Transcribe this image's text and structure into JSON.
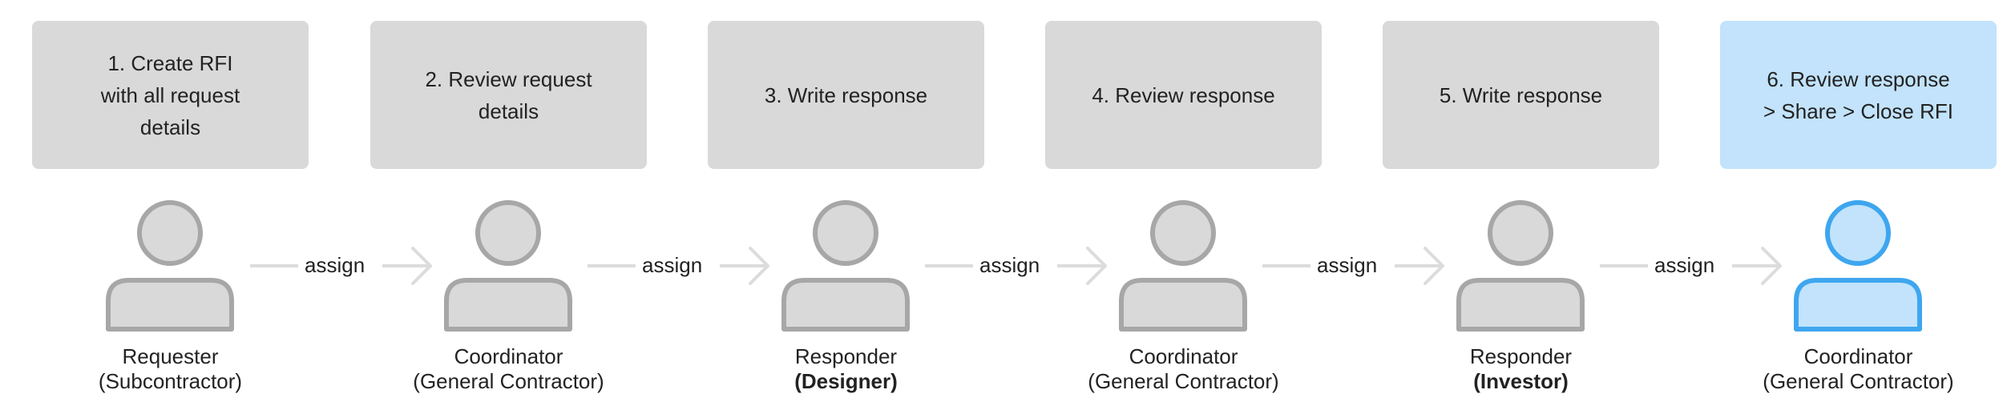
{
  "colors": {
    "box_default": "#d9d9d9",
    "box_active": "#c2e3fb",
    "person_default_stroke": "#a7a7a7",
    "person_default_fill": "#d9d9d9",
    "person_active_stroke": "#3ea6ef",
    "person_active_fill": "#c2e3fb",
    "connector": "#dcdcdc"
  },
  "steps": [
    {
      "text": "1. Create RFI\nwith all request\ndetails",
      "role": "Requester",
      "org": "(Subcontractor)",
      "org_bold": "",
      "active": false
    },
    {
      "text": "2. Review request\ndetails",
      "role": "Coordinator",
      "org": "(General Contractor)",
      "org_bold": "",
      "active": false
    },
    {
      "text": "3. Write response",
      "role": "Responder",
      "org": "",
      "org_bold": "(Designer)",
      "active": false
    },
    {
      "text": "4. Review response",
      "role": "Coordinator",
      "org": "(General Contractor)",
      "org_bold": "",
      "active": false
    },
    {
      "text": "5. Write response",
      "role": "Responder",
      "org": "",
      "org_bold": "(Investor)",
      "active": false
    },
    {
      "text": "6. Review response\n> Share > Close RFI",
      "role": "Coordinator",
      "org": "(General Contractor)",
      "org_bold": "",
      "active": true
    }
  ],
  "connectors": [
    {
      "label": "assign"
    },
    {
      "label": "assign"
    },
    {
      "label": "assign"
    },
    {
      "label": "assign"
    },
    {
      "label": "assign"
    }
  ]
}
